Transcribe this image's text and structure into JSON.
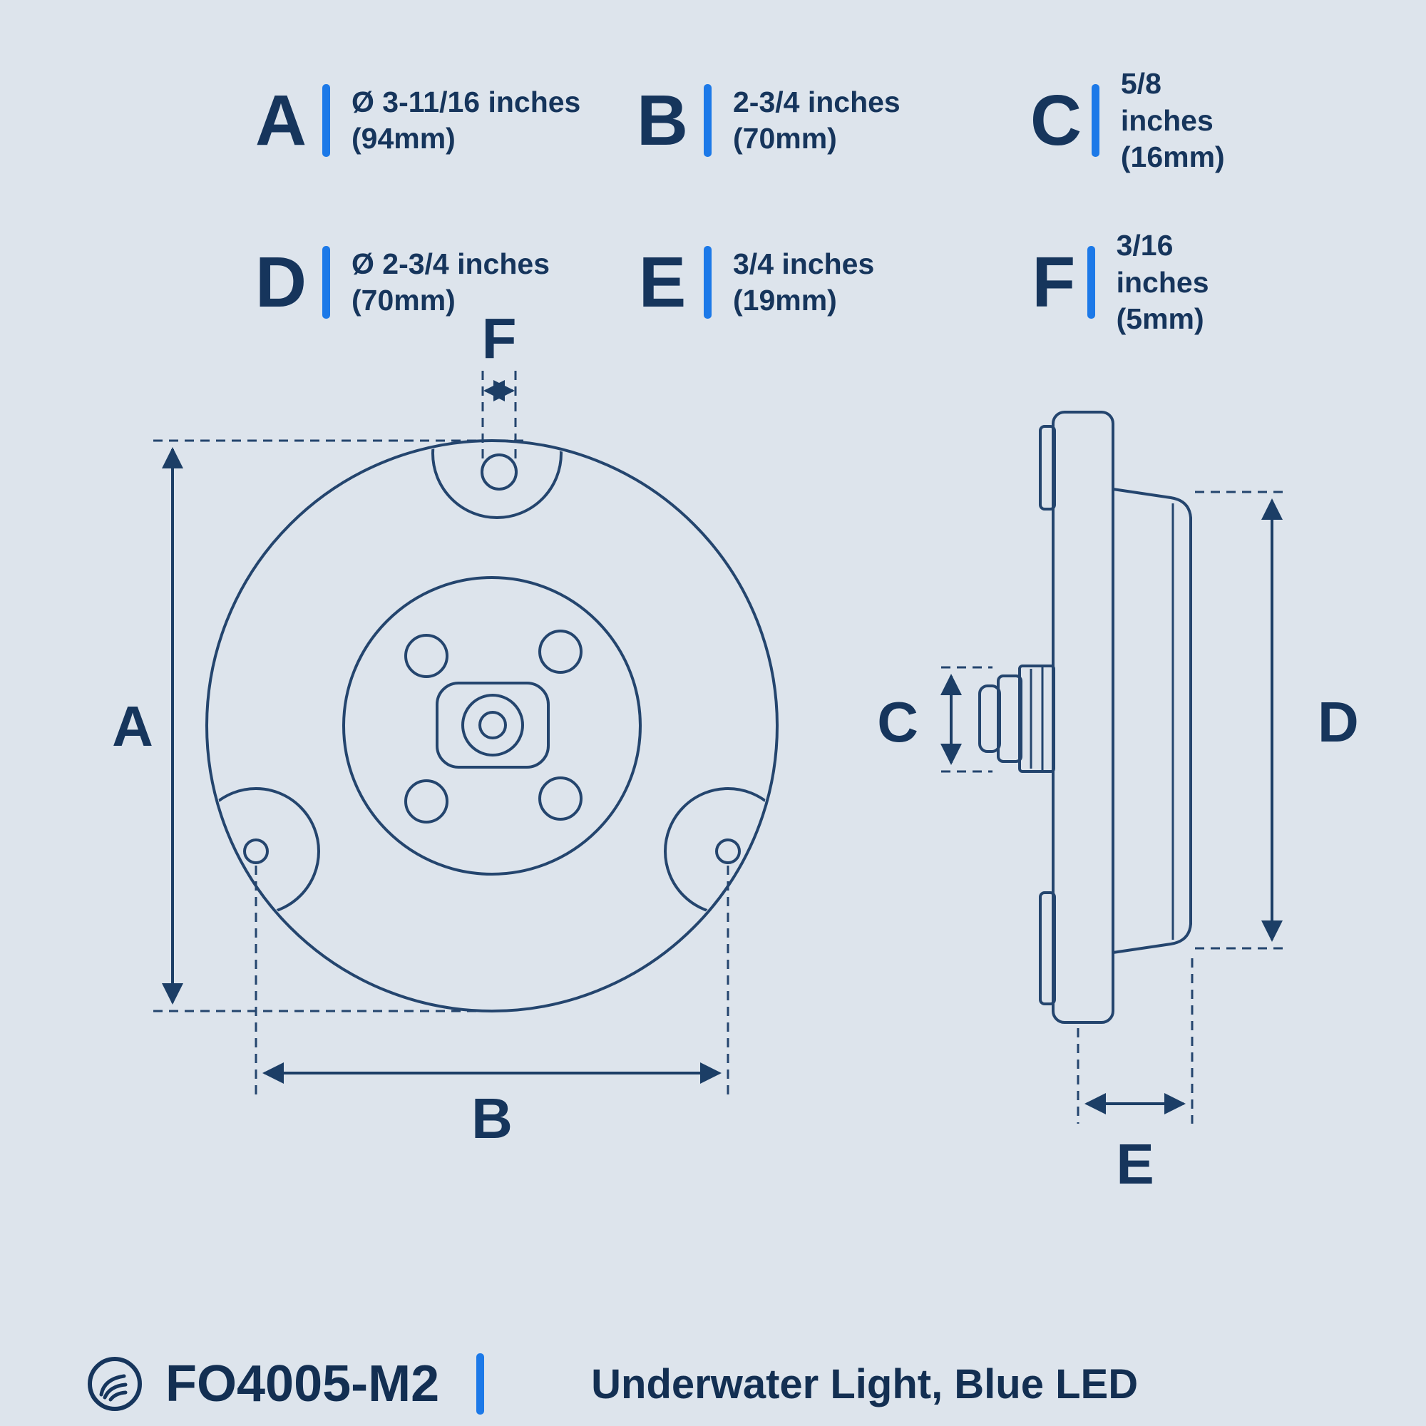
{
  "legend": {
    "items": [
      {
        "letter": "A",
        "line1": "Ø 3-11/16 inches",
        "line2": "(94mm)"
      },
      {
        "letter": "B",
        "line1": "2-3/4 inches",
        "line2": "(70mm)"
      },
      {
        "letter": "C",
        "line1": "5/8 inches",
        "line2": "(16mm)"
      },
      {
        "letter": "D",
        "line1": "Ø 2-3/4 inches",
        "line2": "(70mm)"
      },
      {
        "letter": "E",
        "line1": "3/4 inches",
        "line2": "(19mm)"
      },
      {
        "letter": "F",
        "line1": "3/16 inches",
        "line2": "(5mm)"
      }
    ]
  },
  "drawing": {
    "labels": {
      "A": "A",
      "B": "B",
      "C": "C",
      "D": "D",
      "E": "E",
      "F": "F"
    }
  },
  "footer": {
    "model": "FO4005-M2",
    "description": "Underwater Light, Blue LED"
  },
  "colors": {
    "navy": "#16355c",
    "accent_blue": "#1c79e8",
    "line_navy": "#24456e",
    "background": "#dde4ec"
  }
}
